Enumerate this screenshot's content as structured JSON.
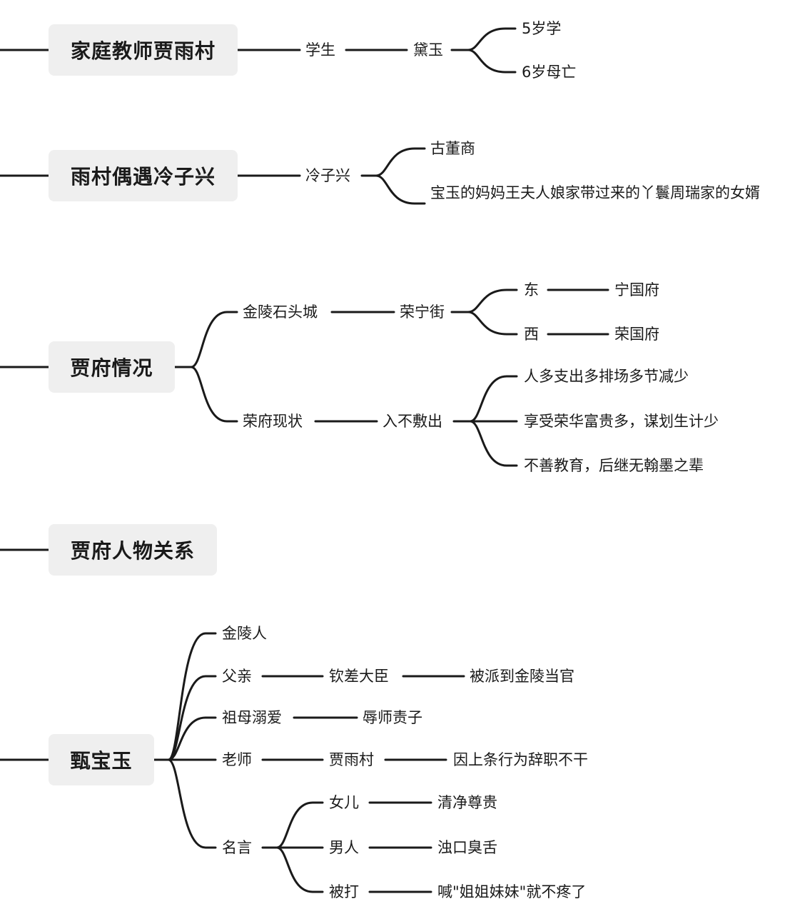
{
  "colors": {
    "line": "#1a1a1a",
    "box_bg": "#efefef",
    "text": "#1a1a1a"
  },
  "topics": [
    {
      "label": "家庭教师贾雨村"
    },
    {
      "label": "雨村偶遇冷子兴"
    },
    {
      "label": "贾府情况"
    },
    {
      "label": "贾府人物关系"
    },
    {
      "label": "甄宝玉"
    }
  ],
  "nodes": {
    "xuesheng": "学生",
    "daiyu": "黛玉",
    "age5": "5岁学",
    "age6": "6岁母亡",
    "lengzixing": "冷子兴",
    "gudongshang": "古董商",
    "zhouruijia": "宝玉的妈妈王夫人娘家带过来的丫鬟周瑞家的女婿",
    "jinling_shitou": "金陵石头城",
    "rongningjie": "荣宁街",
    "dong": "东",
    "ningguofu": "宁国府",
    "xi": "西",
    "rongguofu": "荣国府",
    "rongfu_xianzhuang": "荣府现状",
    "rubufuchu": "入不敷出",
    "reason1": "人多支出多排场多节减少",
    "reason2": "享受荣华富贵多，谋划生计少",
    "reason3": "不善教育，后继无翰墨之辈",
    "jinlingren": "金陵人",
    "fuqin": "父亲",
    "qinchai": "钦差大臣",
    "beipai": "被派到金陵当官",
    "zumu": "祖母溺爱",
    "rushi": "辱师责子",
    "laoshi": "老师",
    "jiayucun": "贾雨村",
    "cizhi": "因上条行为辞职不干",
    "mingyan": "名言",
    "nver": "女儿",
    "qingjing": "清净尊贵",
    "nanren": "男人",
    "zhuokou": "浊口臭舌",
    "beida": "被打",
    "han": "喊\"姐姐妹妹\"就不疼了"
  }
}
